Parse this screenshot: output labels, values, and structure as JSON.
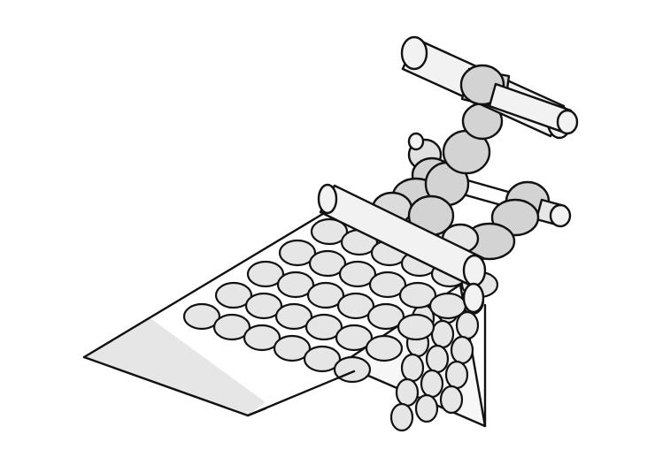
{
  "figure": {
    "subject": "film-bubble-roller-illustration",
    "colors": {
      "background": "#ffffff",
      "outline": "#111111",
      "fill_light": "#e6e6e6",
      "fill_mid": "#d3d3d3",
      "fill_roller": "#f2f2f2"
    },
    "parts": [
      "top-bar",
      "knuckle-chain",
      "guide-rod",
      "front-roller",
      "lower-roller",
      "sheet-top",
      "sheet-drop"
    ]
  }
}
